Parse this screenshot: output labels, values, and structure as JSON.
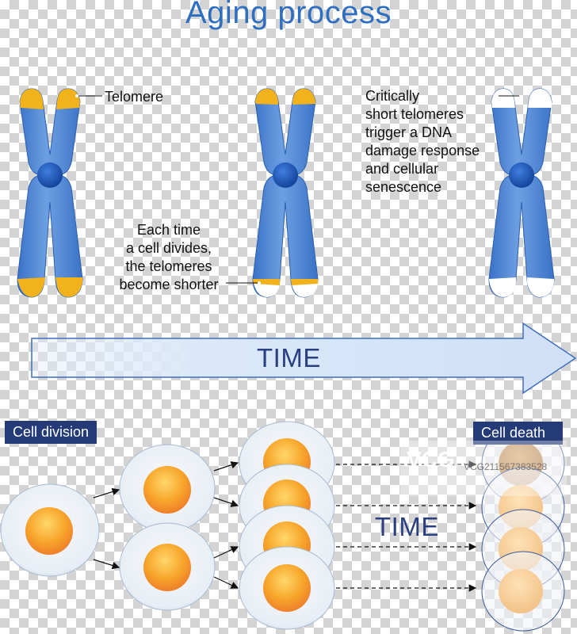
{
  "title": "Aging process",
  "labels": {
    "telomere": "Telomere",
    "each_time": [
      "Each time",
      "a cell divides,",
      "the telomeres",
      "become shorter"
    ],
    "critically": [
      "Critically",
      "short telomeres",
      "trigger a DNA",
      "damage response",
      "and cellular",
      "senescence"
    ]
  },
  "arrow_label": "TIME",
  "cell_section": {
    "cell_division_label": "Cell division",
    "cell_death_label": "Cell death",
    "time_label": "TIME"
  },
  "watermark": {
    "logo": "VCG",
    "id": "VCG211567383528"
  },
  "colors": {
    "chromosome_blue": "#4a84d4",
    "chromosome_light": "#8fb6ea",
    "centromere": "#1e57b8",
    "telomere_yellow": "#f2b21c",
    "title_blue": "#2f6fc0",
    "label_navy": "#243b78",
    "nucleus_orange": "#f5a623",
    "cell_membrane": "#e6edf5"
  }
}
